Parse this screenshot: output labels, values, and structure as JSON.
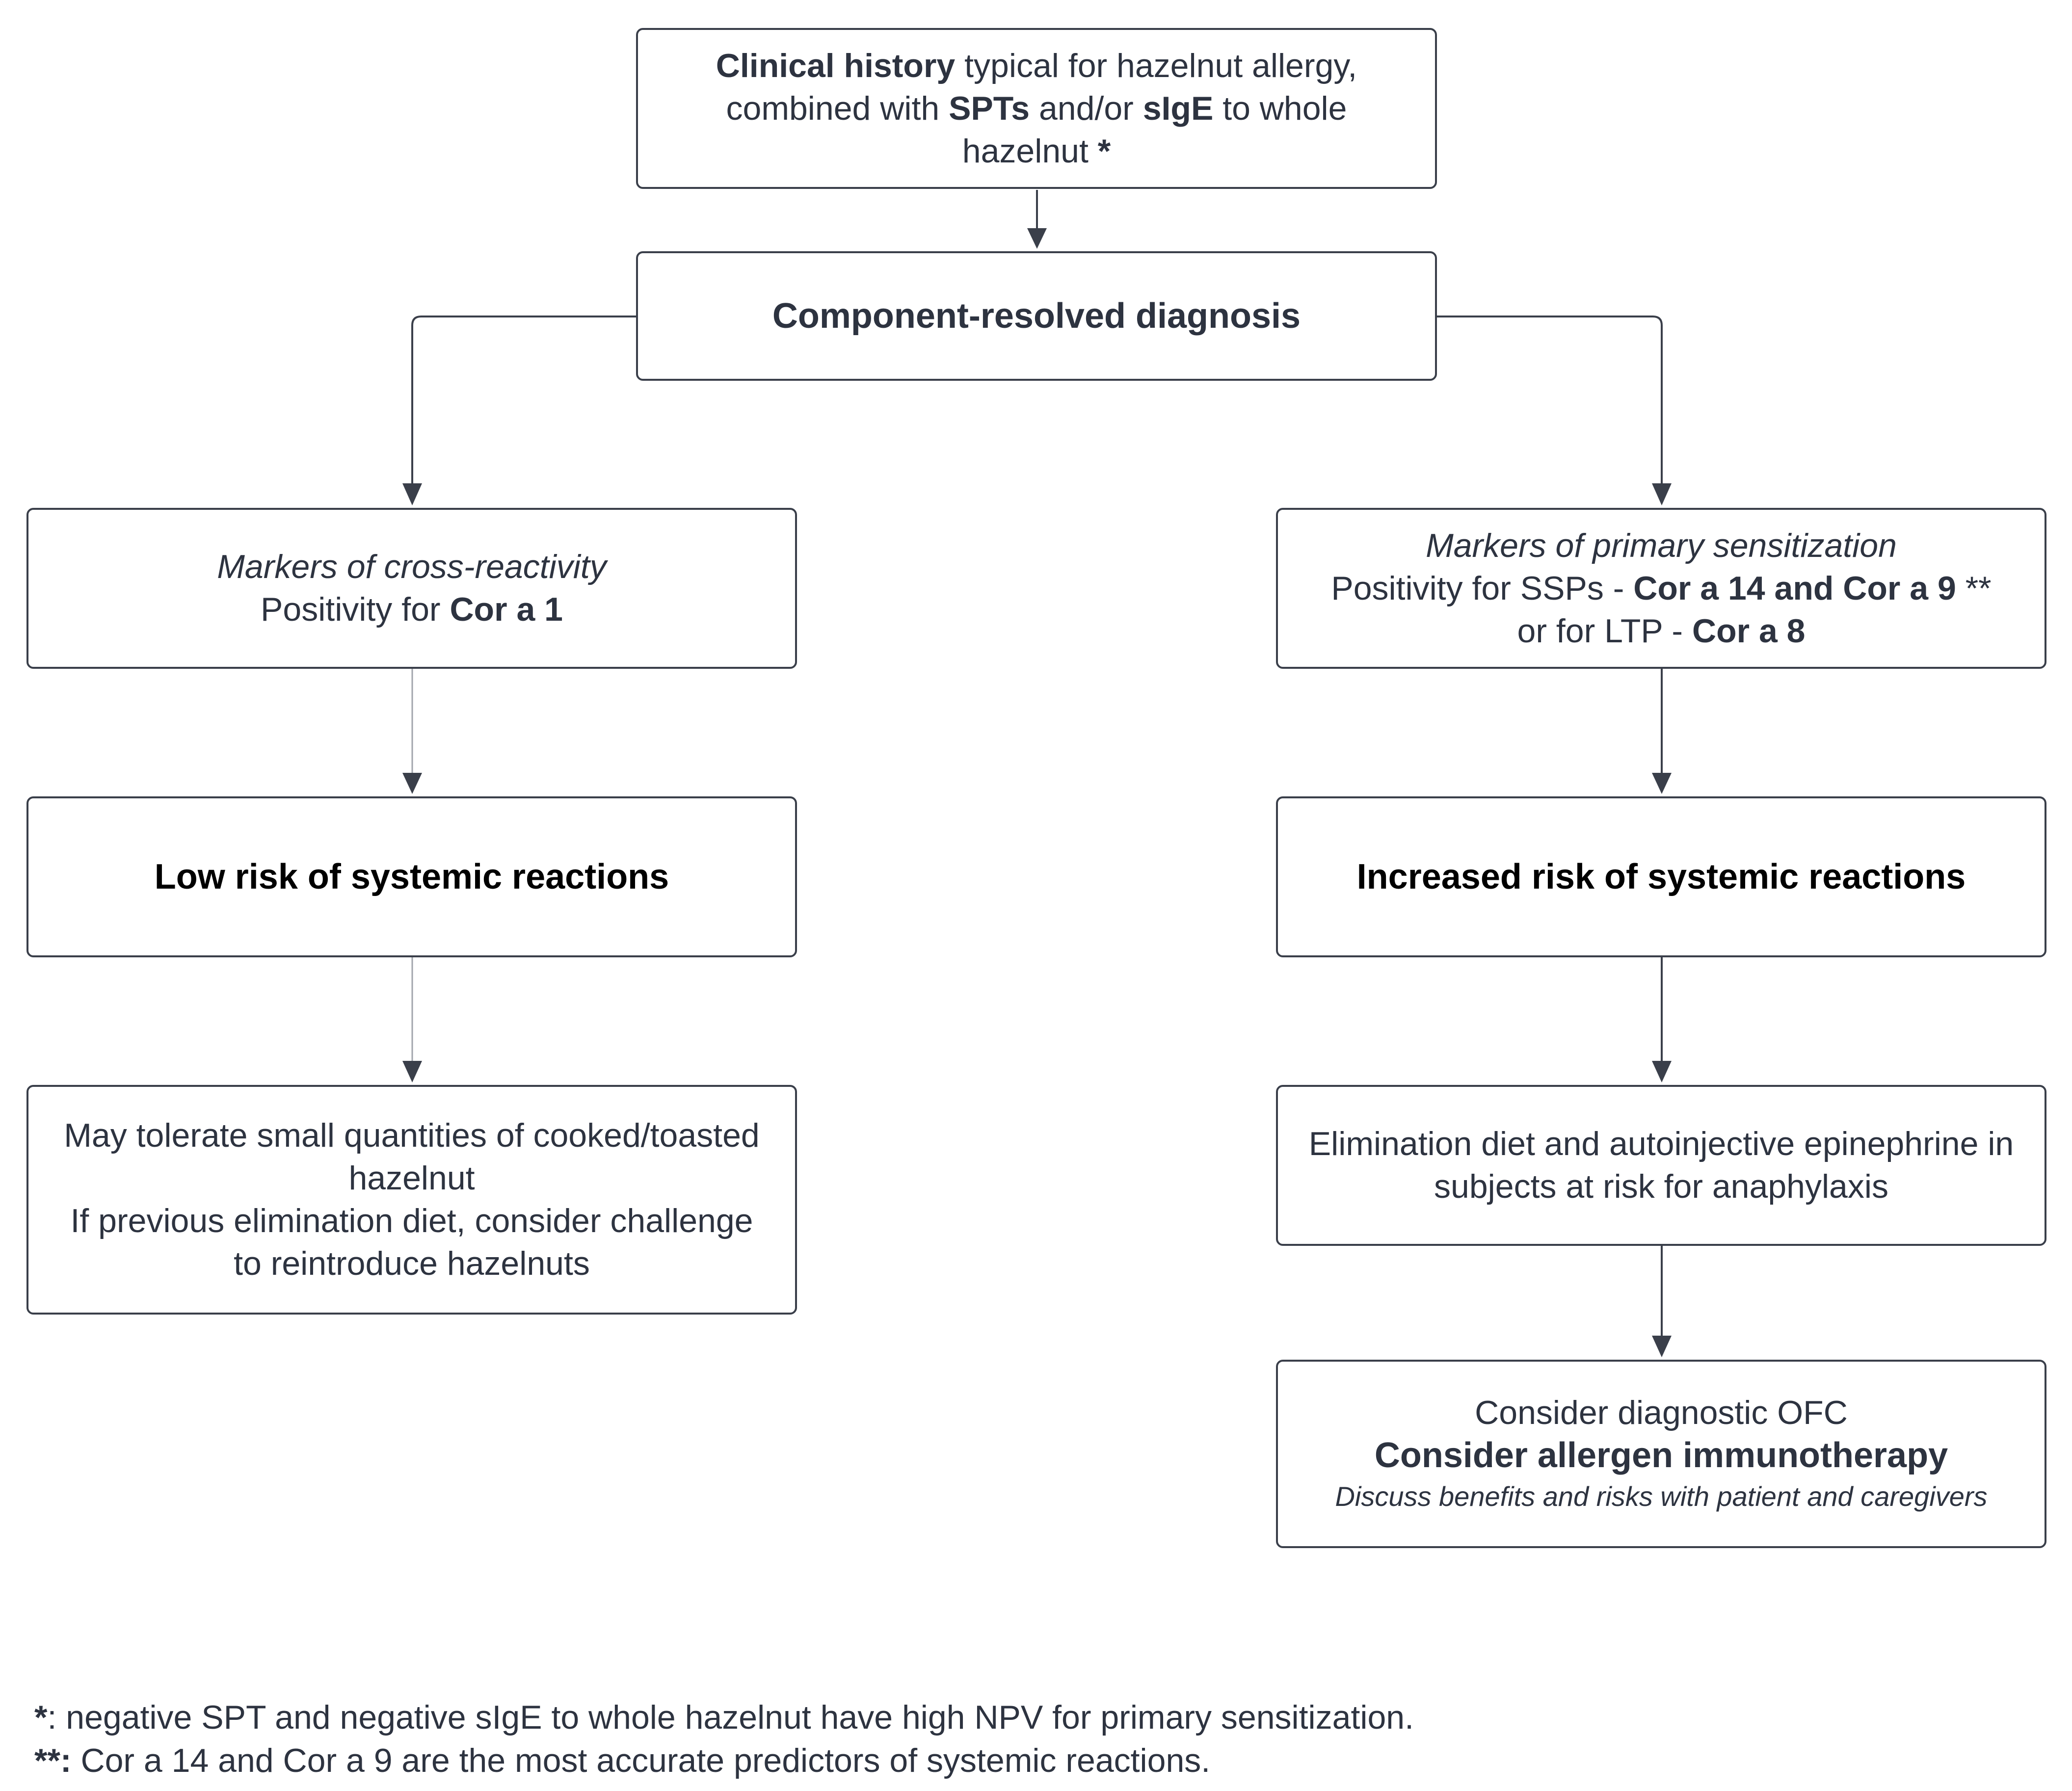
{
  "top_box": {
    "bold1": "Clinical history",
    "text1": " typical for hazelnut allergy,",
    "text2": "combined with ",
    "bold2": "SPTs",
    "text3": " and/or ",
    "bold3": "sIgE",
    "text4": " to whole",
    "text5": "hazelnut ",
    "bold4": "*"
  },
  "crd_box": {
    "label": "Component-resolved diagnosis"
  },
  "left": {
    "markers_title": "Markers of cross-reactivity",
    "markers_text": "Positivity for ",
    "markers_bold": "Cor a 1",
    "risk": "Low risk of systemic reactions",
    "advice_line1": "May tolerate small quantities of cooked/toasted",
    "advice_line2": "hazelnut",
    "advice_line3": "If previous elimination diet, consider challenge",
    "advice_line4": "to reintroduce hazelnuts"
  },
  "right": {
    "markers_title": "Markers of primary sensitization",
    "markers_text1": "Positivity for SSPs - ",
    "markers_bold1": "Cor a 14 and Cor a 9",
    "markers_text2": " **",
    "markers_text3": "or for LTP - ",
    "markers_bold2": "Cor a 8",
    "risk": "Increased risk of systemic reactions",
    "advice_line1": "Elimination diet and autoinjective epinephrine in",
    "advice_line2": "subjects at risk for anaphylaxis",
    "final_line1": "Consider diagnostic OFC",
    "final_line2": "Consider allergen immunotherapy",
    "final_line3": "Discuss benefits and risks with patient and caregivers"
  },
  "footnotes": {
    "f1_mark": "*",
    "f1_text": ": negative SPT and negative sIgE to whole hazelnut have high NPV for primary sensitization.",
    "f2_mark": "**:",
    "f2_text": " Cor a 14 and Cor a 9 are the most accurate predictors of systemic reactions."
  },
  "colors": {
    "border": "#3a3f4a",
    "text": "#2d3340",
    "arrow": "#3a3f4a",
    "arrow_light": "#a0a4ab"
  }
}
